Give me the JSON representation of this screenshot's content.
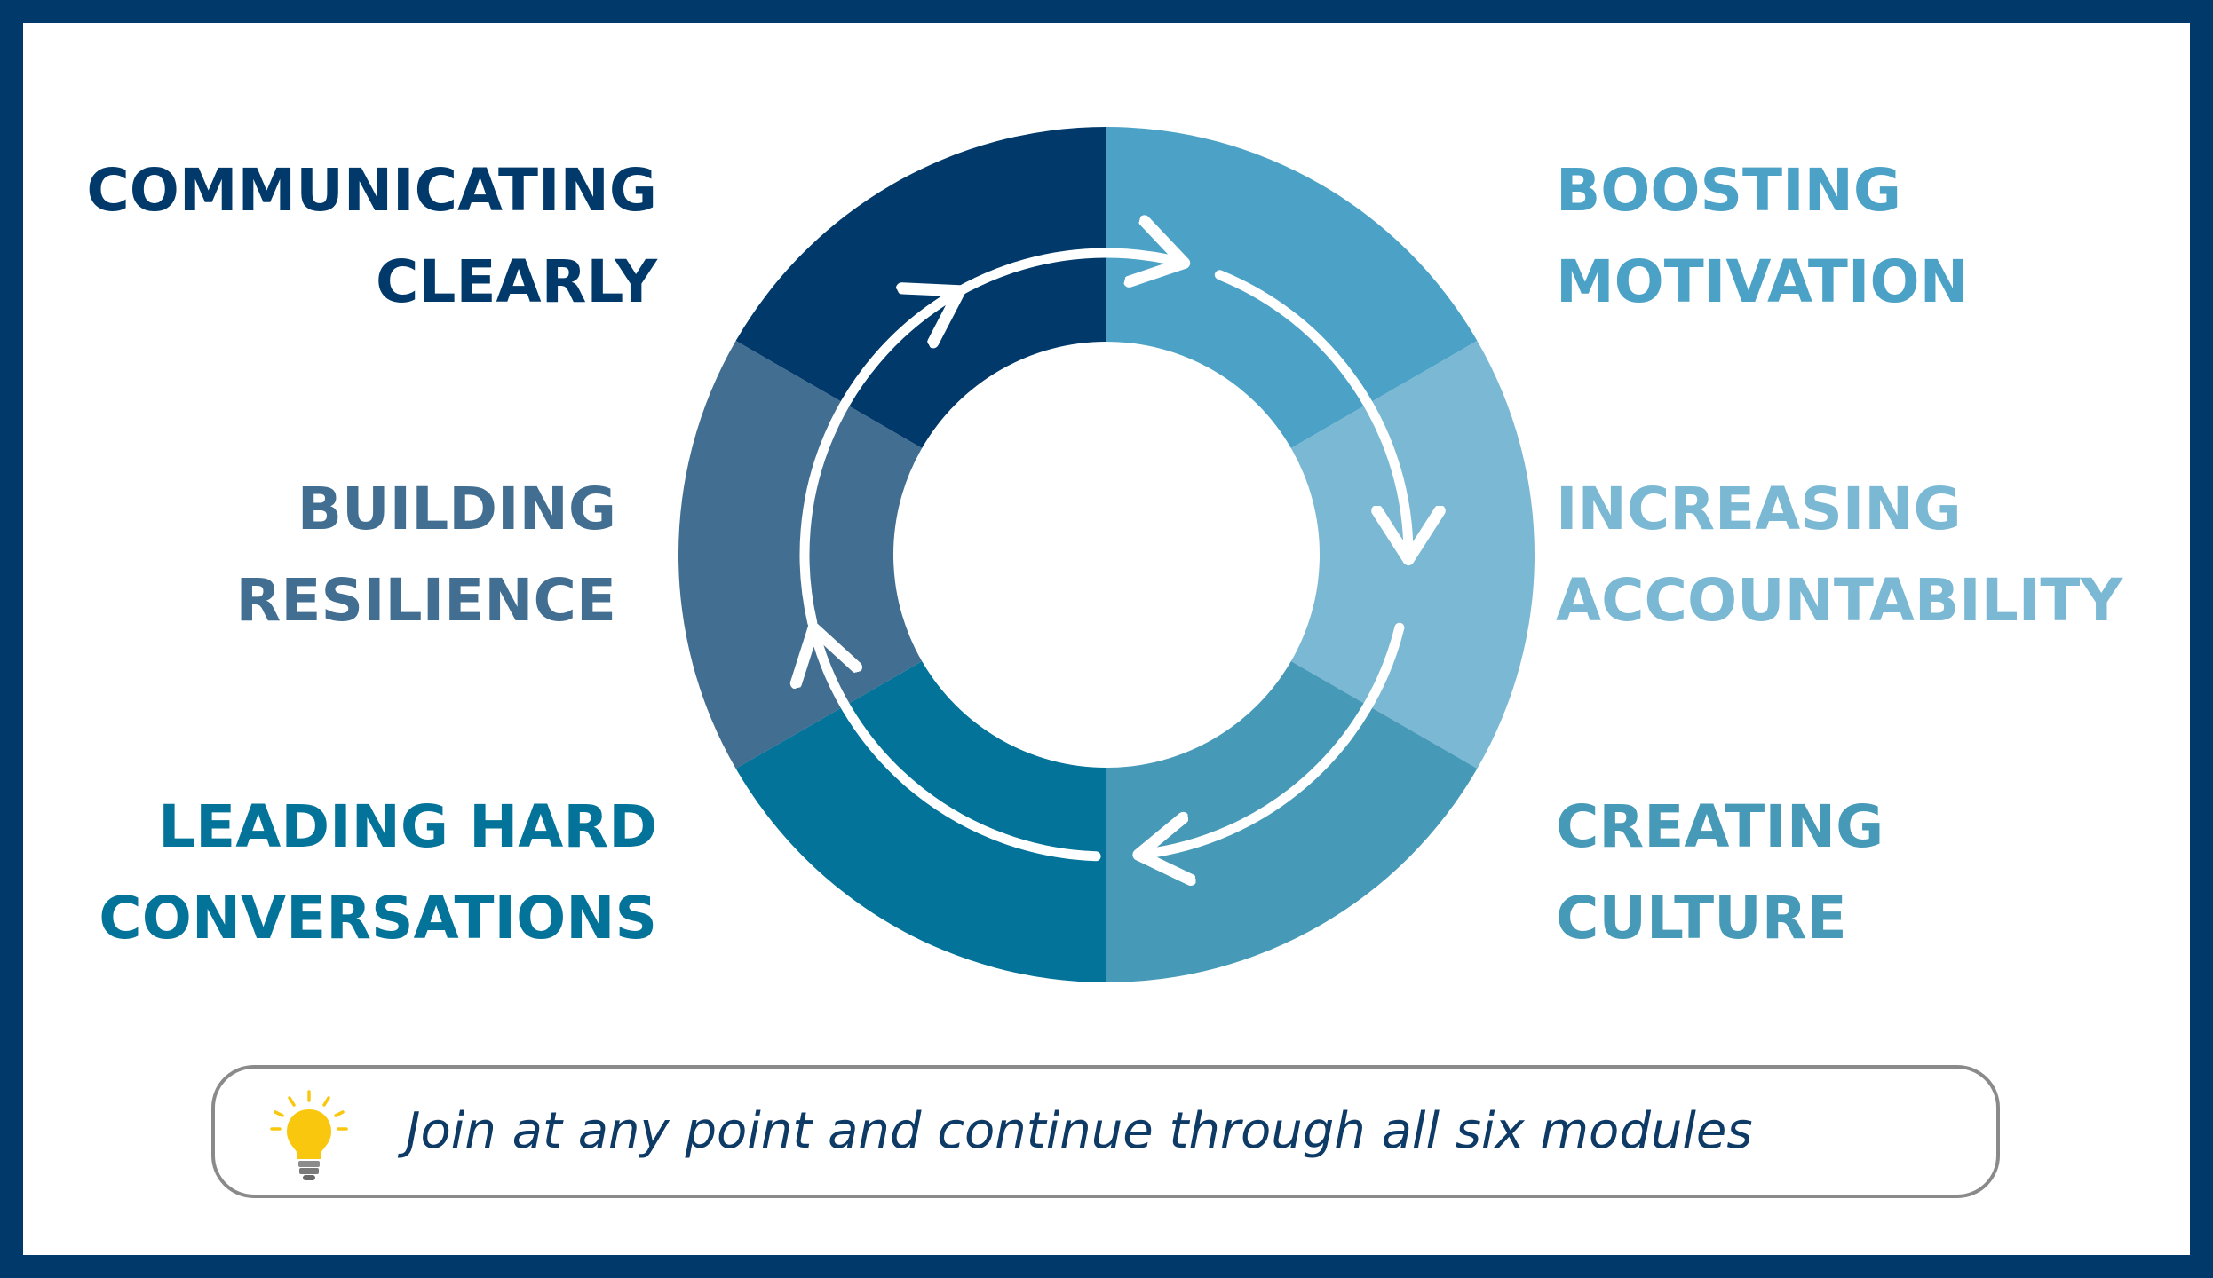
{
  "colors": {
    "frame": "#013A6A",
    "communicating": "#013A6A",
    "boosting": "#4CA2C6",
    "increasing": "#7AB8D3",
    "creating": "#4699B7",
    "leading": "#037399",
    "building": "#426E91",
    "callout_border": "#8a8a8a",
    "callout_text": "#0E3A66",
    "bulb": "#F9C80E"
  },
  "modules": [
    {
      "id": "communicating",
      "lines": [
        "COMMUNICATING",
        "CLEARLY"
      ]
    },
    {
      "id": "boosting",
      "lines": [
        "BOOSTING",
        "MOTIVATION"
      ]
    },
    {
      "id": "increasing",
      "lines": [
        "INCREASING",
        "ACCOUNTABILITY"
      ]
    },
    {
      "id": "creating",
      "lines": [
        "CREATING",
        "CULTURE"
      ]
    },
    {
      "id": "leading",
      "lines": [
        "LEADING HARD",
        "CONVERSATIONS"
      ]
    },
    {
      "id": "building",
      "lines": [
        "BUILDING",
        "RESILIENCE"
      ]
    }
  ],
  "callout": {
    "icon": "lightbulb-icon",
    "text": "Join at any point and continue through all six modules"
  },
  "cycle": {
    "icon": "circular-arrows-icon",
    "segments": 6
  }
}
